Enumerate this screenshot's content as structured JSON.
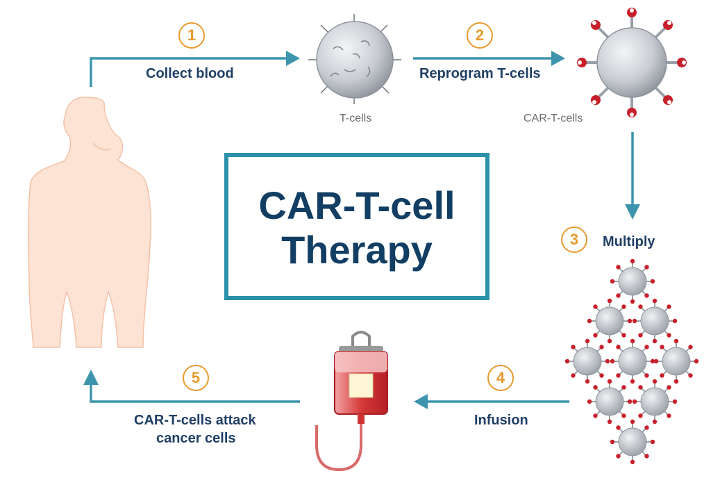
{
  "title": {
    "line1": "CAR-T-cell",
    "line2": "Therapy"
  },
  "steps": [
    {
      "number": "1",
      "label": "Collect blood"
    },
    {
      "number": "2",
      "label": "Reprogram T-cells"
    },
    {
      "number": "3",
      "label": "Multiply"
    },
    {
      "number": "4",
      "label": "Infusion"
    },
    {
      "number": "5",
      "label_line1": "CAR-T-cells attack",
      "label_line2": "cancer cells"
    }
  ],
  "captions": {
    "t_cells": "T-cells",
    "car_t_cells": "CAR-T-cells"
  },
  "colors": {
    "arrow": "#3d95ad",
    "step_circle": "#e79a2c",
    "title_border": "#2c91ab",
    "title_text": "#123e63",
    "label_text": "#1f3f66",
    "body_fill": "#fde3d4",
    "receptor": "#c8202a",
    "cell": "#c9cdd3",
    "bag": "#d63a3a"
  },
  "icons": [
    "human-body-icon",
    "t-cell-icon",
    "car-t-cell-icon",
    "iv-bag-icon",
    "car-t-cluster-icon"
  ]
}
